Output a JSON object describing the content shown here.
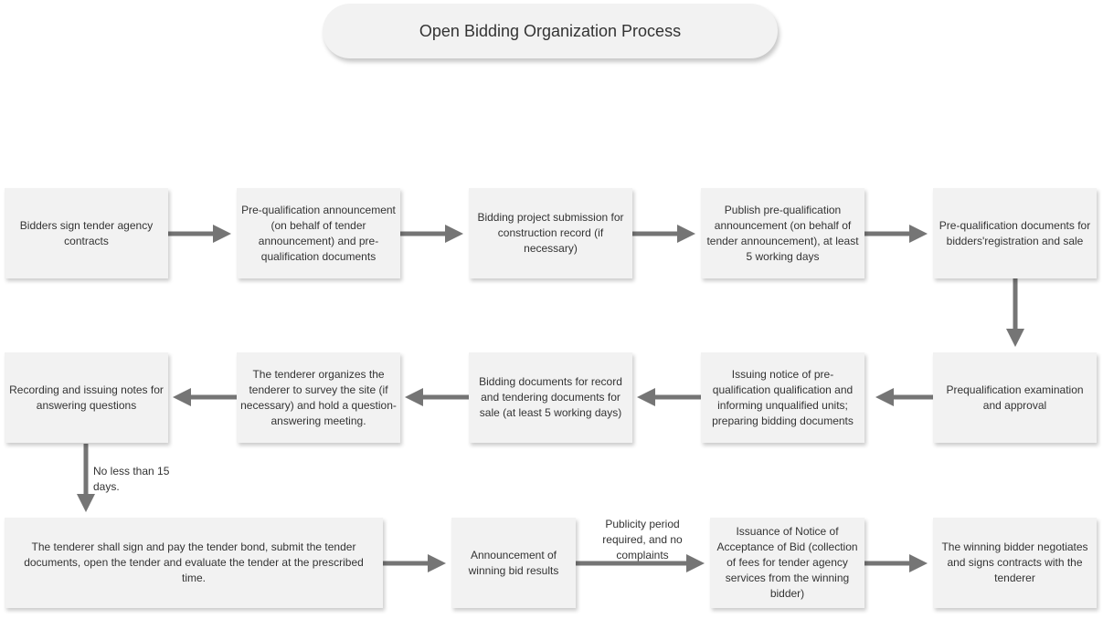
{
  "title": "Open Bidding Organization Process",
  "nodes": {
    "n1": "Bidders sign tender agency contracts",
    "n2": "Pre-qualification announcement (on behalf of tender announcement) and pre-qualification documents",
    "n3": "Bidding project submission for construction record (if necessary)",
    "n4": "Publish pre-qualification announcement (on behalf of tender announcement), at least 5 working days",
    "n5": "Pre-qualification documents for bidders'registration and sale",
    "n6": "Prequalification examination and approval",
    "n7": "Issuing notice of pre-qualification qualification and informing unqualified units; preparing bidding documents",
    "n8": "Bidding documents for record and tendering documents for sale (at least 5 working days)",
    "n9": "The tenderer organizes the tenderer to survey the site (if necessary) and hold a question-answering meeting.",
    "n10": "Recording and issuing notes for answering questions",
    "n11": "The tenderer shall sign and pay the tender bond, submit the tender documents, open the tender and evaluate the tender at the prescribed time.",
    "n12": "Announcement of winning bid results",
    "n13": "Issuance of Notice of Acceptance of Bid (collection of fees for tender agency services from the winning bidder)",
    "n14": "The winning bidder negotiates and signs contracts with the tenderer"
  },
  "edge_labels": {
    "days15": "No less than 15 days.",
    "publicity": "Publicity period required, and no complaints"
  },
  "colors": {
    "node_fill": "#f2f2f2",
    "arrow": "#757575",
    "text": "#333333"
  }
}
